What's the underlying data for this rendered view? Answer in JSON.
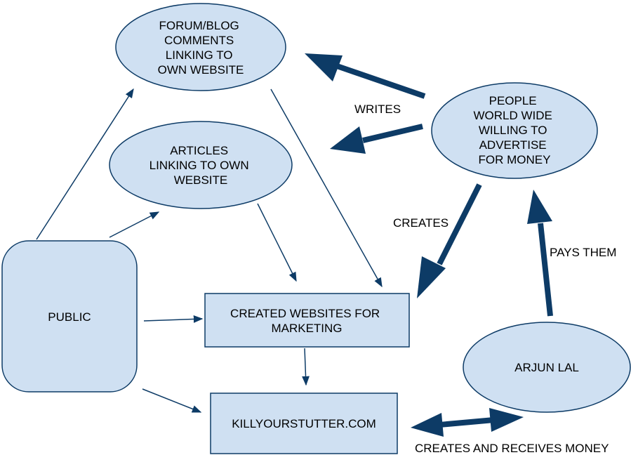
{
  "colors": {
    "node_fill": "#cfe0f2",
    "node_stroke": "#0d3b66",
    "arrow": "#0d3b66",
    "background": "#ffffff"
  },
  "nodes": {
    "forum": {
      "lines": [
        "FORUM/BLOG",
        "COMMENTS",
        "LINKING TO",
        "OWN WEBSITE"
      ]
    },
    "articles": {
      "lines": [
        "ARTICLES",
        "LINKING TO OWN",
        "WEBSITE"
      ]
    },
    "people": {
      "lines": [
        "PEOPLE",
        "WORLD WIDE",
        "WILLING TO",
        "ADVERTISE",
        "FOR MONEY"
      ]
    },
    "public": {
      "lines": [
        "PUBLIC"
      ]
    },
    "created_websites": {
      "lines": [
        "CREATED WEBSITES FOR",
        "MARKETING"
      ]
    },
    "killyourstutter": {
      "lines": [
        "KILLYOURSTUTTER.COM"
      ]
    },
    "arjun": {
      "lines": [
        "ARJUN LAL"
      ]
    }
  },
  "edge_labels": {
    "writes": "WRITES",
    "creates": "CREATES",
    "pays_them": "PAYS THEM",
    "creates_and_receives": "CREATES AND RECEIVES MONEY"
  }
}
